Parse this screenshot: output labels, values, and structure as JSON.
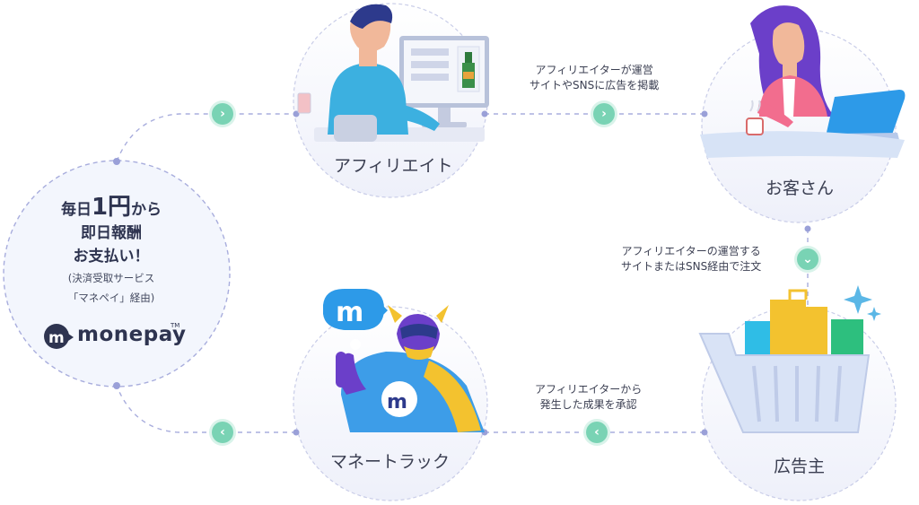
{
  "nodes": {
    "affiliate": {
      "label": "アフィリエイト"
    },
    "customer": {
      "label": "お客さん"
    },
    "advertiser": {
      "label": "広告主"
    },
    "manetrack": {
      "label": "マネートラック"
    }
  },
  "flows": {
    "affiliate_to_customer": [
      "アフィリエイターが運営",
      "サイトやSNSに広告を掲載"
    ],
    "customer_to_advertiser": [
      "アフィリエイターの運営する",
      "サイトまたはSNS経由で注文"
    ],
    "advertiser_to_manetrack": [
      "アフィリエイターから",
      "発生した成果を承認"
    ]
  },
  "center": {
    "line1_pre": "毎日",
    "line1_num": "1円",
    "line1_post": "から",
    "line2": "即日報酬",
    "line3": "お支払い！",
    "line4": "(決済受取サービス",
    "line5": "「マネペイ」経由)",
    "logo_text": "monepay",
    "logo_tm": "TM",
    "logo_mark": "m"
  },
  "icons": [
    "chevron-right-icon",
    "chevron-down-icon",
    "chevron-left-icon",
    "sparkle-icon"
  ],
  "colors": {
    "accent_green": "#79d3b4",
    "dashed_line": "#a8addd",
    "brand_navy": "#2e3450",
    "circle_border": "#c9cde8"
  }
}
